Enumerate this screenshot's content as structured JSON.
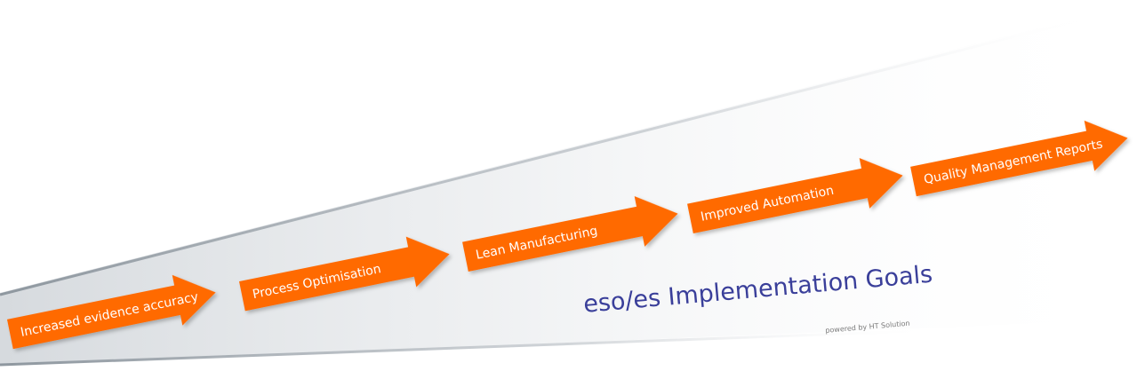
{
  "diagram": {
    "steps": [
      {
        "label": "Increased evidence accuracy"
      },
      {
        "label": "Process Optimisation"
      },
      {
        "label": "Lean Manufacturing"
      },
      {
        "label": "Improved Automation"
      },
      {
        "label": "Quality Management Reports"
      }
    ],
    "title": "eso/es Implementation Goals",
    "credit": "powered by HT Solution",
    "colors": {
      "arrow": "#ff6a00",
      "title": "#3a3f9a",
      "wedge_edge": "#9aa3ad",
      "wedge_fill_start": "#dde1e5"
    }
  }
}
